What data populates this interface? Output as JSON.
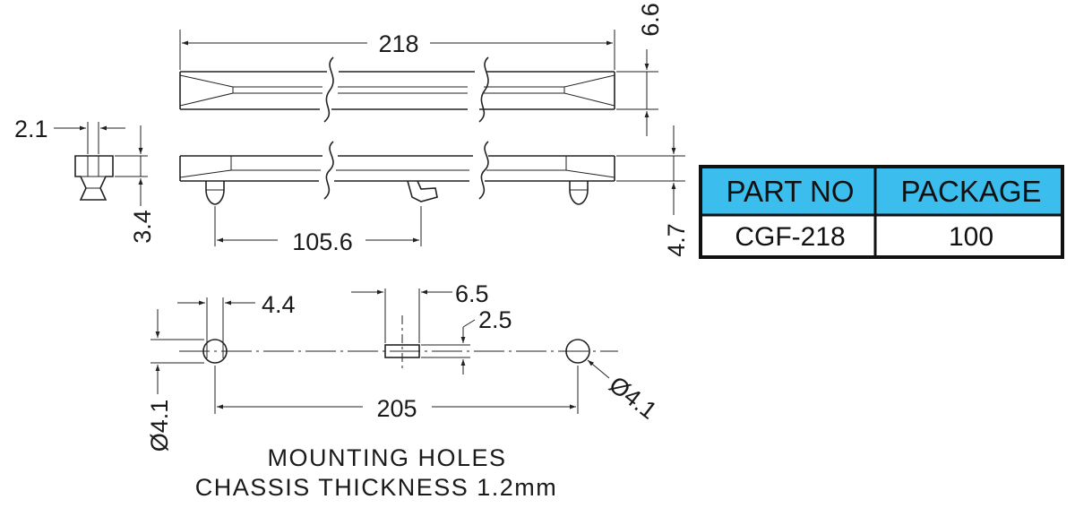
{
  "dimensions": {
    "length_total": "218",
    "height_top": "6.6",
    "thickness_side": "2.1",
    "height_side": "3.4",
    "pin_spacing": "105.6",
    "height_bottom": "4.7",
    "hole_offset": "4.4",
    "slot_length": "6.5",
    "slot_width": "2.5",
    "hole_spacing": "205",
    "hole_dia_left": "Ø4.1",
    "hole_dia_right": "Ø4.1"
  },
  "caption": {
    "line1": "MOUNTING HOLES",
    "line2": "CHASSIS THICKNESS 1.2mm"
  },
  "table": {
    "headers": [
      "PART NO",
      "PACKAGE"
    ],
    "rows": [
      [
        "CGF-218",
        "100"
      ]
    ],
    "header_color": "#3bbdee",
    "border_color": "#111111"
  }
}
